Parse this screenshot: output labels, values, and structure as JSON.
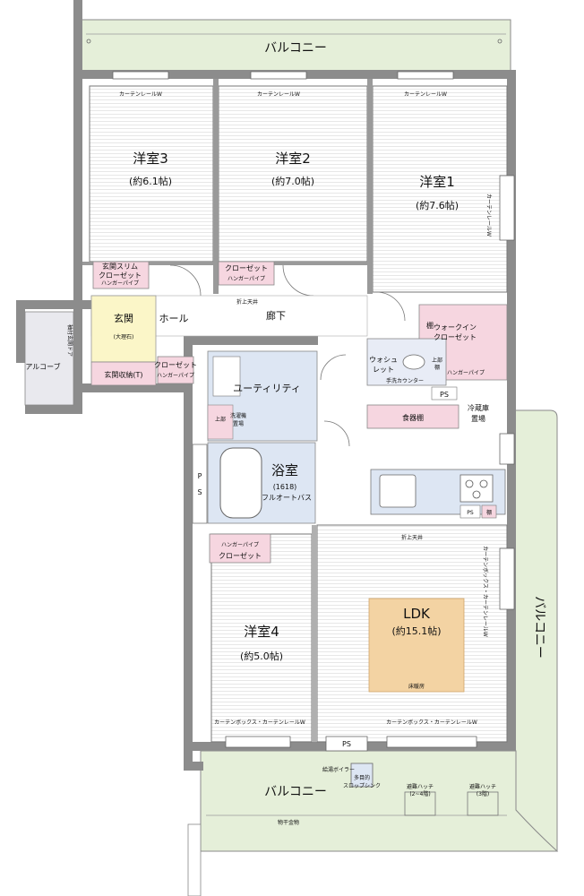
{
  "rooms": {
    "western3": {
      "name": "洋室3",
      "size": "(約6.1帖)"
    },
    "western2": {
      "name": "洋室2",
      "size": "(約7.0帖)"
    },
    "western1": {
      "name": "洋室1",
      "size": "(約7.6帖)"
    },
    "western4": {
      "name": "洋室4",
      "size": "(約5.0帖)"
    },
    "ldk": {
      "name": "LDK",
      "size": "(約15.1帖)",
      "floor_heating": "床暖房"
    },
    "entrance": {
      "name": "玄関",
      "sub": "(大理石)"
    },
    "hall": "ホール",
    "corridor": "廊下",
    "utility": "ユーティリティ",
    "bath": {
      "name": "浴室",
      "size": "(1618)",
      "type": "フルオートバス"
    },
    "alcove": "アルコーブ"
  },
  "balconies": {
    "top": "バルコニー",
    "right": "バルコニー",
    "bottom": "バルコニー"
  },
  "fixtures": {
    "curtain_rail": "カーテンレールW",
    "curtain_box_rail": "カーテンボックス・カーテンレールW",
    "drop_ceiling": "折上天井",
    "closet": "クローゼット",
    "hanger_pipe": "ハンガーパイプ",
    "entrance_slim_closet": "玄関スリム",
    "shoe_storage": "玄関収納(T)",
    "walk_in_closet_1": "ウォークイン",
    "walk_in_closet_2": "クローゼット",
    "shelf": "棚",
    "washlet_1": "ウォシュ",
    "washlet_2": "レット",
    "hand_wash_counter": "手洗カウンター",
    "upper_shelf_1": "上部",
    "upper_shelf_2": "棚",
    "ps": "PS",
    "p": "P",
    "s": "S",
    "dish_shelf": "食器棚",
    "fridge_1": "冷蔵庫",
    "fridge_2": "置場",
    "washer_1": "洗濯機",
    "washer_2": "置場",
    "water_heater": "給湯ボイラー",
    "multi_sink_1": "多目的",
    "multi_sink_2": "スロップシンク",
    "hatch1_1": "避難ハッチ",
    "hatch1_2": "(2~4階)",
    "hatch2_1": "避難ハッチ",
    "hatch2_2": "(3階)",
    "laundry_rod": "物干金物",
    "door_label": "袖付玄関ドア"
  }
}
